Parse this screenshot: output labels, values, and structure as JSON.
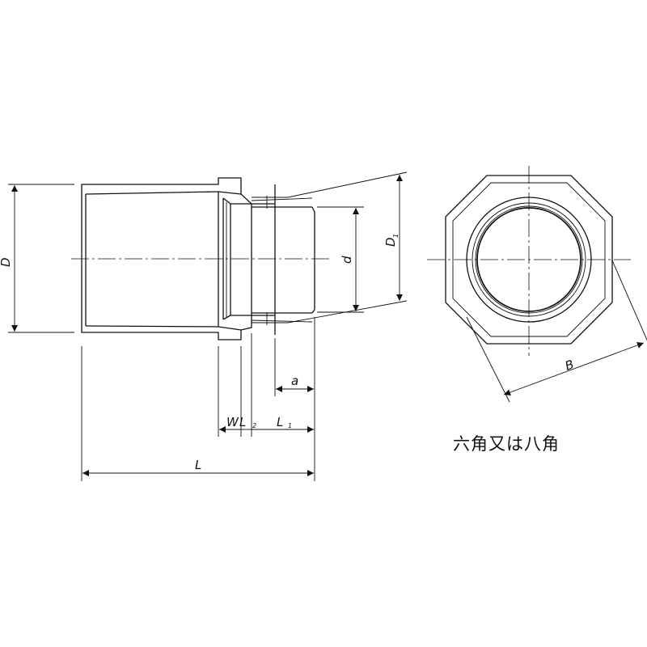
{
  "dimensions": {
    "D": "D",
    "D1_main": "D",
    "D1_sub": "1",
    "d": "d",
    "a": "a",
    "W": "W",
    "L2_main": "L",
    "L2_sub": "2",
    "L1_main": "L",
    "L1_sub": "1",
    "L": "L",
    "B": "B"
  },
  "caption": "六角又は八角",
  "colors": {
    "line": "#111111",
    "background": "#ffffff"
  }
}
